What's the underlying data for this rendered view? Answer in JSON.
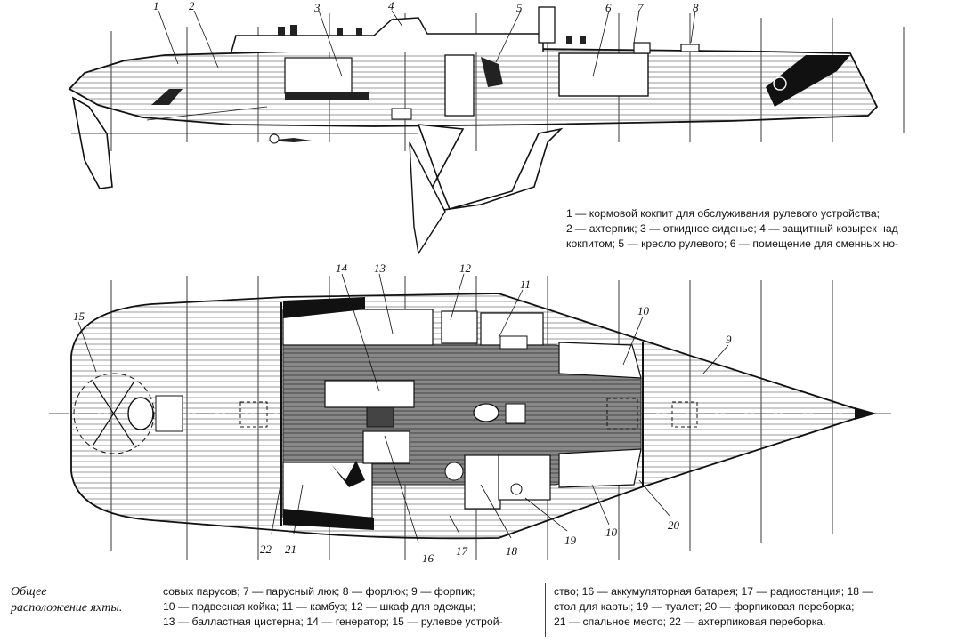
{
  "callouts": {
    "profile": [
      "1",
      "2",
      "3",
      "4",
      "5",
      "6",
      "7",
      "8"
    ],
    "plan": [
      "14",
      "13",
      "12",
      "11",
      "10",
      "9",
      "15",
      "22",
      "21",
      "16",
      "17",
      "18",
      "19",
      "10",
      "20"
    ]
  },
  "legend_top": [
    "1 — кормовой кокпит для обслуживания рулевого устройства;",
    "2 — ахтерпик; 3 — откидное сиденье; 4 — защитный козырек над",
    "кокпитом; 5 — кресло рулевого; 6 — помещение для сменных но-"
  ],
  "caption": [
    "Общее",
    "расположение яхты."
  ],
  "legend_bottom_col1": [
    "совых парусов; 7 — парусный люк; 8 — форлюк; 9 — форпик;",
    "10 — подвесная койка; 11 — камбуз; 12 — шкаф для одежды;",
    "13 — балластная цистерна; 14 — генератор; 15 — рулевое устрой-"
  ],
  "legend_bottom_col2": [
    "ство; 16 — аккумуляторная батарея; 17 — радиостанция; 18 —",
    "стол для карты; 19 — туалет; 20 — форпиковая переборка;",
    "21 — спальное место; 22 — ахтерпиковая переборка."
  ]
}
